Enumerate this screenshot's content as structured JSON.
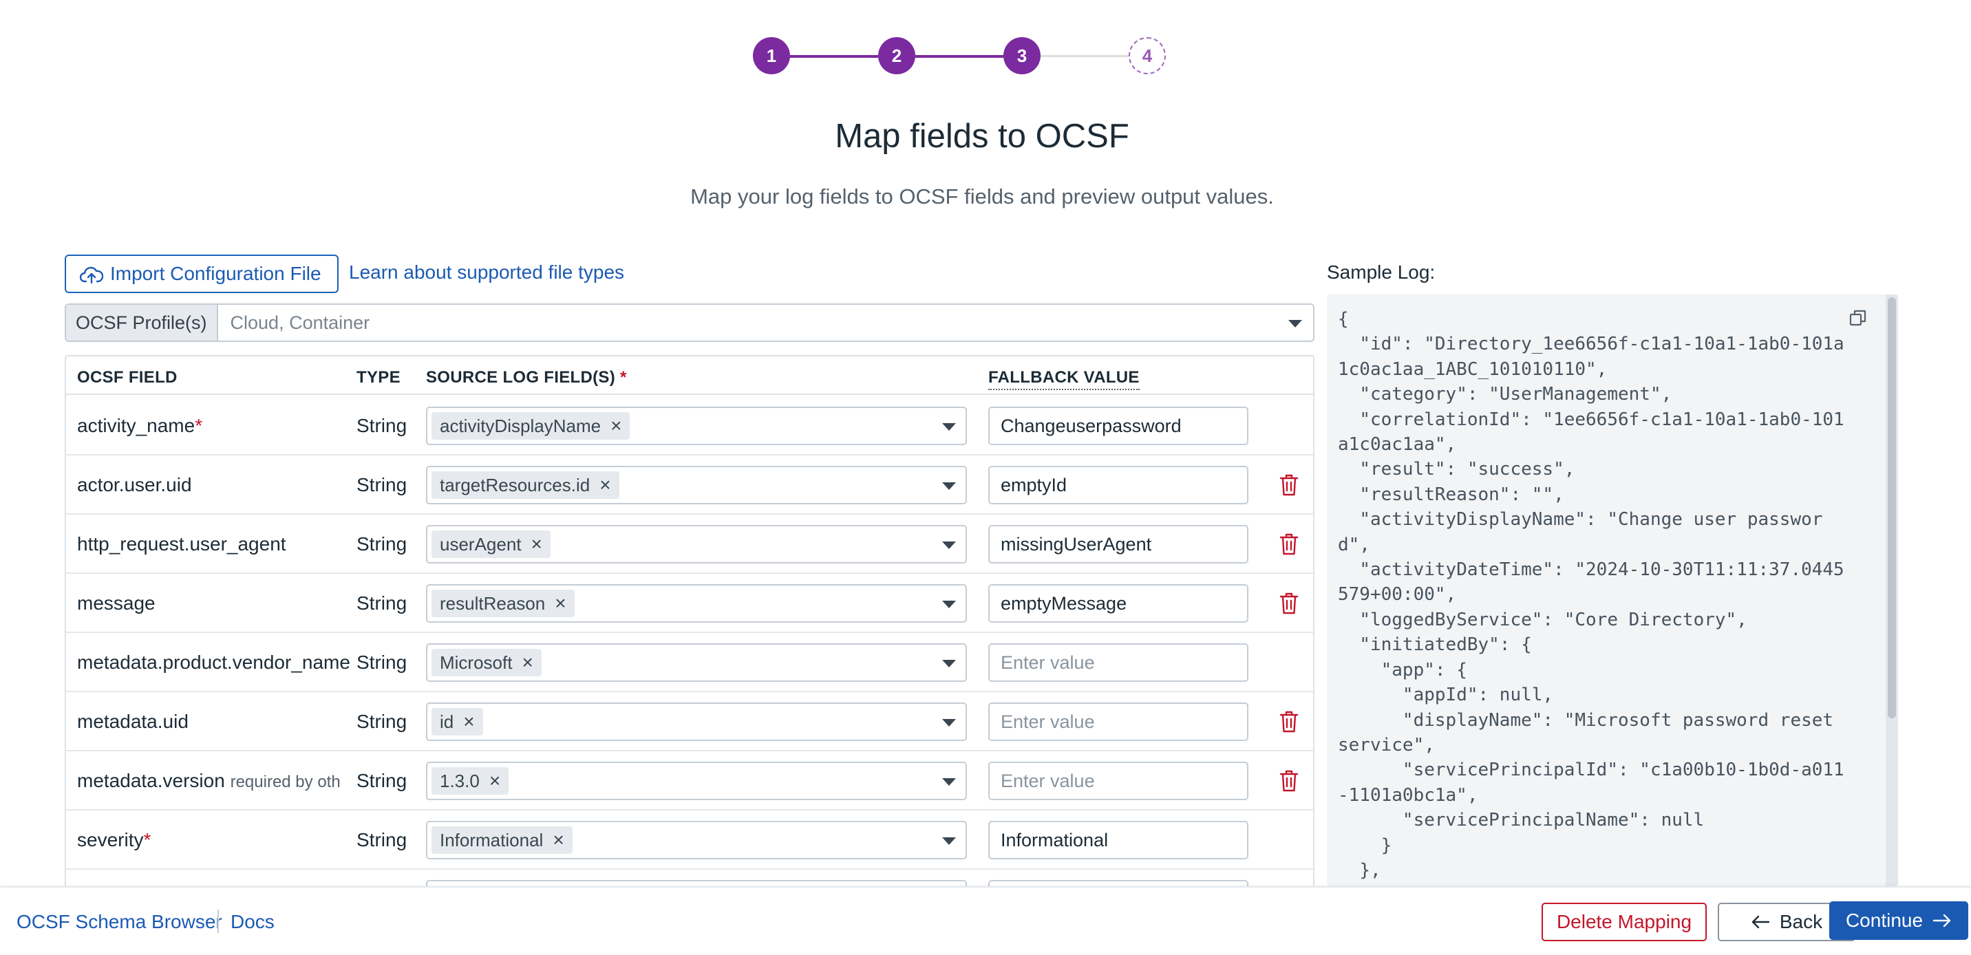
{
  "stepper": {
    "steps": [
      "1",
      "2",
      "3",
      "4"
    ],
    "active_step": 3
  },
  "header": {
    "title": "Map fields to OCSF",
    "subtitle": "Map your log fields to OCSF fields and preview output values."
  },
  "toolbar": {
    "import_label": "Import Configuration File",
    "learn_link": "Learn about supported file types"
  },
  "profile": {
    "label": "OCSF Profile(s)",
    "placeholder": "Cloud, Container"
  },
  "table": {
    "headers": {
      "field": "OCSF FIELD",
      "type": "TYPE",
      "source": "SOURCE LOG FIELD(S)",
      "source_required": "*",
      "fallback": "FALLBACK VALUE"
    },
    "rows": [
      {
        "field": "activity_name",
        "required": "*",
        "hint": "",
        "type": "String",
        "source": "activityDisplayName",
        "fallback": "Changeuserpassword",
        "fallback_empty": false,
        "deletable": false
      },
      {
        "field": "actor.user.uid",
        "required": "",
        "hint": "",
        "type": "String",
        "source": "targetResources.id",
        "fallback": "emptyId",
        "fallback_empty": false,
        "deletable": true
      },
      {
        "field": "http_request.user_agent",
        "required": "",
        "hint": "",
        "type": "String",
        "source": "userAgent",
        "fallback": "missingUserAgent",
        "fallback_empty": false,
        "deletable": true
      },
      {
        "field": "message",
        "required": "",
        "hint": "",
        "type": "String",
        "source": "resultReason",
        "fallback": "emptyMessage",
        "fallback_empty": false,
        "deletable": true
      },
      {
        "field": "metadata.product.vendor_name",
        "required": "",
        "hint": "",
        "type": "String",
        "source": "Microsoft",
        "fallback": "Enter value",
        "fallback_empty": true,
        "deletable": false
      },
      {
        "field": "metadata.uid",
        "required": "",
        "hint": "",
        "type": "String",
        "source": "id",
        "fallback": "Enter value",
        "fallback_empty": true,
        "deletable": true
      },
      {
        "field": "metadata.version",
        "required": "",
        "hint": "required by oth",
        "type": "String",
        "source": "1.3.0",
        "fallback": "Enter value",
        "fallback_empty": true,
        "deletable": true
      },
      {
        "field": "severity",
        "required": "*",
        "hint": "",
        "type": "String",
        "source": "Informational",
        "fallback": "Informational",
        "fallback_empty": false,
        "deletable": false
      }
    ]
  },
  "sample_log": {
    "label": "Sample Log:",
    "content": "{\n  \"id\": \"Directory_1ee6656f-c1a1-10a1-1ab0-101a1c0ac1aa_1ABC_101010110\",\n  \"category\": \"UserManagement\",\n  \"correlationId\": \"1ee6656f-c1a1-10a1-1ab0-101a1c0ac1aa\",\n  \"result\": \"success\",\n  \"resultReason\": \"\",\n  \"activityDisplayName\": \"Change user password\",\n  \"activityDateTime\": \"2024-10-30T11:11:37.0445579+00:00\",\n  \"loggedByService\": \"Core Directory\",\n  \"initiatedBy\": {\n    \"app\": {\n      \"appId\": null,\n      \"displayName\": \"Microsoft password reset service\",\n      \"servicePrincipalId\": \"c1a00b10-1b0d-a011-1101a0bc1a\",\n      \"servicePrincipalName\": null\n    }\n  },"
  },
  "footer": {
    "schema_link": "OCSF Schema Browser",
    "docs_link": "Docs",
    "delete_label": "Delete Mapping",
    "back_label": "Back",
    "continue_label": "Continue"
  },
  "colors": {
    "step_done": "#7b2aa0",
    "link": "#1b5ab3",
    "danger": "#c4162a"
  },
  "icons": {
    "import": "cloud-upload-icon",
    "row_delete": "trash-icon",
    "copy": "copy-icon",
    "back": "arrow-left-icon",
    "continue": "arrow-right-icon",
    "dropdown": "chevron-down-icon",
    "remove_chip": "close-icon"
  }
}
